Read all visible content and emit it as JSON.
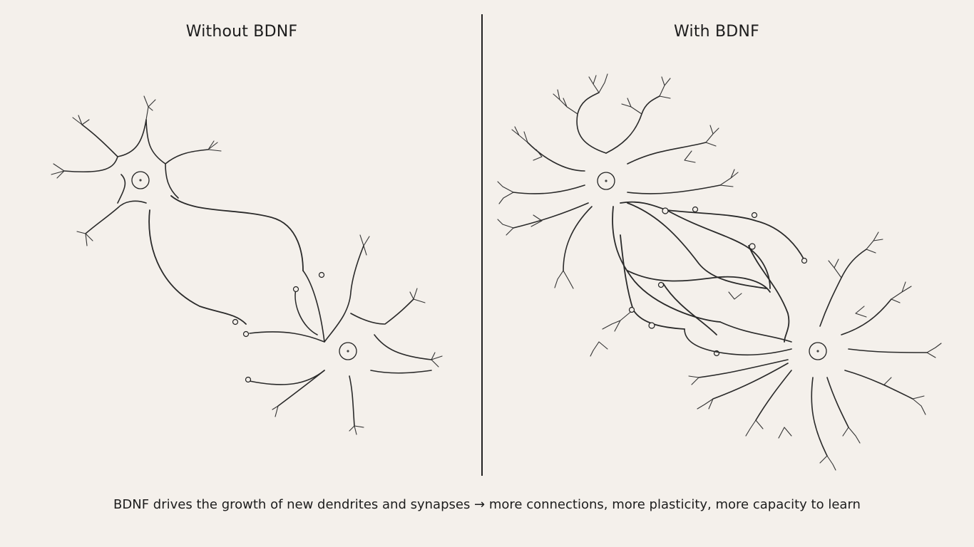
{
  "panels": {
    "left": {
      "title": "Without BDNF"
    },
    "right": {
      "title": "With BDNF"
    }
  },
  "caption": "BDNF drives the growth of new dendrites and synapses → more connections, more plasticity, more capacity to learn",
  "colors": {
    "background": "#f4f0eb",
    "ink": "#222222"
  }
}
